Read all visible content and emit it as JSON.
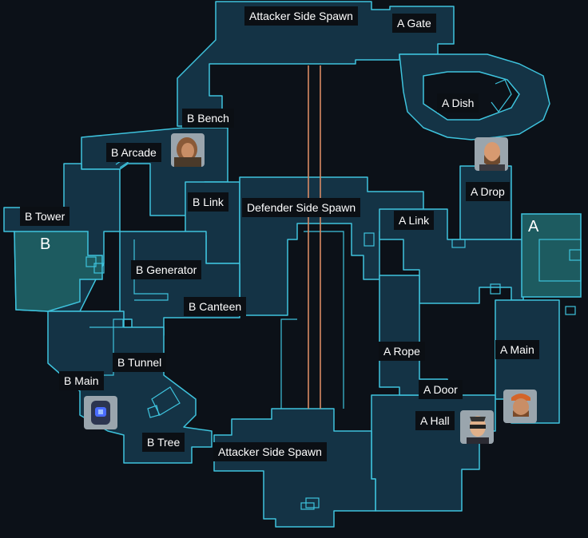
{
  "map": {
    "colors": {
      "background": "#0c1118",
      "floor": "#143345",
      "wall": "#3ec3dd",
      "site_fill": "#1d5b60",
      "rope": "#d98a63",
      "label_bg": "#0b0f14"
    },
    "site_letters": {
      "a": "A",
      "b": "B"
    },
    "callouts": {
      "attacker_spawn_top": "Attacker Side Spawn",
      "a_gate": "A Gate",
      "a_dish": "A Dish",
      "b_bench": "B Bench",
      "b_arcade": "B Arcade",
      "a_drop": "A Drop",
      "b_link": "B Link",
      "defender_spawn": "Defender Side Spawn",
      "a_link": "A Link",
      "b_tower": "B Tower",
      "b_generator": "B Generator",
      "b_canteen": "B Canteen",
      "a_rope": "A Rope",
      "a_main": "A Main",
      "b_tunnel": "B Tunnel",
      "b_main": "B Main",
      "a_door": "A Door",
      "a_hall": "A Hall",
      "b_tree": "B Tree",
      "attacker_spawn_bottom": "Attacker Side Spawn"
    },
    "agents": [
      {
        "name": "agent-portrait-b-bench",
        "icon": "female-agent-portrait"
      },
      {
        "name": "agent-portrait-a-drop",
        "icon": "bearded-agent-portrait"
      },
      {
        "name": "agent-portrait-b-main",
        "icon": "robot-agent-portrait"
      },
      {
        "name": "agent-portrait-a-hall",
        "icon": "sunglasses-agent-portrait"
      },
      {
        "name": "agent-portrait-a-main",
        "icon": "beret-agent-portrait"
      }
    ]
  }
}
